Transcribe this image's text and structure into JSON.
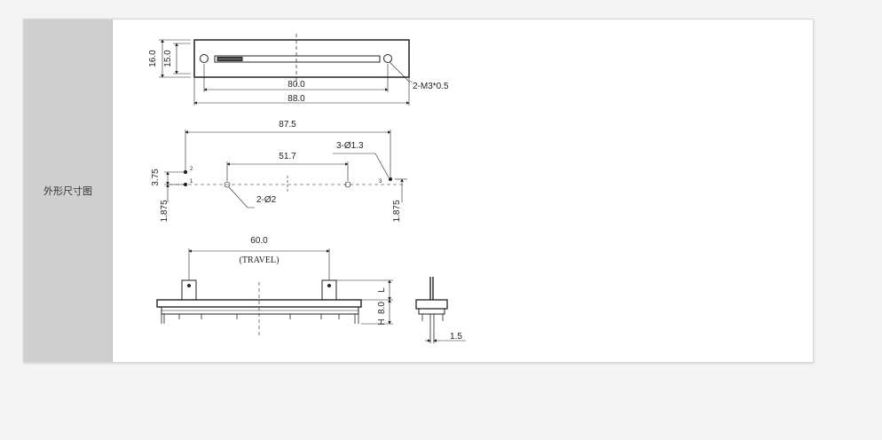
{
  "row": {
    "label": "外形尺寸图"
  },
  "drawing": {
    "top_view": {
      "height_outer": "16.0",
      "height_inner": "15.0",
      "hole_pitch": "80.0",
      "overall_length": "88.0",
      "mount_note": "2-M3*0.5"
    },
    "pin_view": {
      "pin_span": "87.5",
      "inner_span": "51.7",
      "pin_note": "3-Ø1.3",
      "hole_note": "2-Ø2",
      "offset_top": "3.75",
      "offset_left": "1.875",
      "offset_right": "1.875",
      "pin_1": "1",
      "pin_2": "2",
      "pin_3": "3"
    },
    "side_view": {
      "travel": "60.0",
      "travel_label": "(TRAVEL)",
      "lever_height": "L",
      "body_height": "8.0",
      "body_height_letter": "H",
      "pin_thickness": "1.5"
    }
  }
}
